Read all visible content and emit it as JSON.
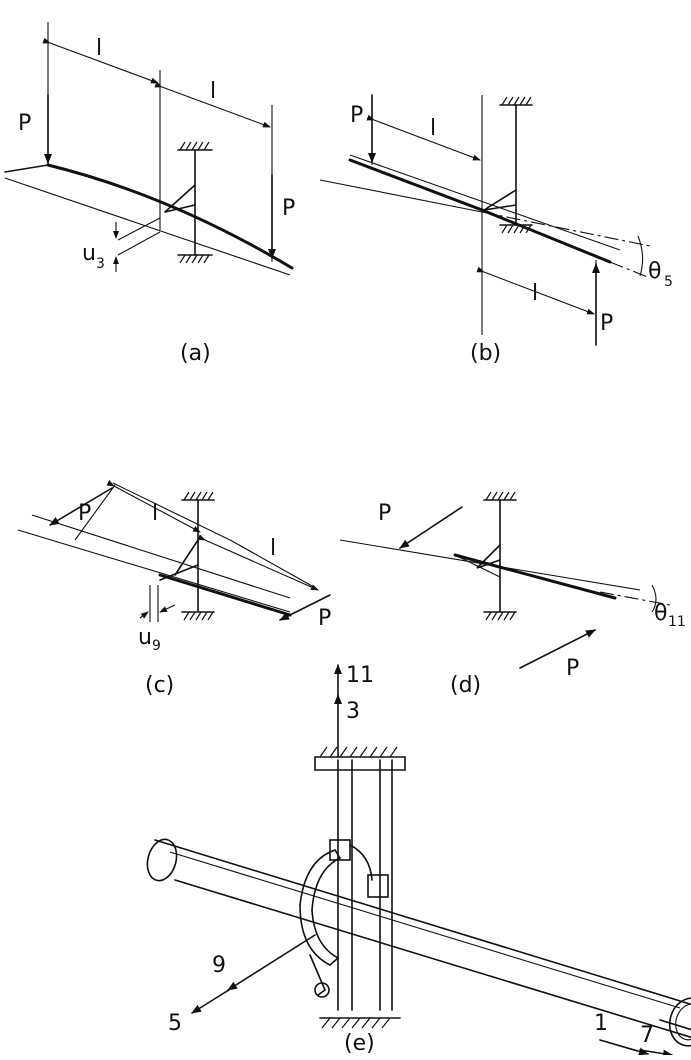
{
  "labels": {
    "force": "P",
    "length": "l",
    "disp_u": "u",
    "disp_theta": "θ",
    "sub_3": "3",
    "sub_5": "5",
    "sub_9": "9",
    "sub_11": "11"
  },
  "captions": {
    "a": "(a)",
    "b": "(b)",
    "c": "(c)",
    "d": "(d)",
    "e": "(e)"
  },
  "axes": {
    "a11": "11",
    "a3": "3",
    "a9": "9",
    "a5": "5",
    "a1": "1",
    "a7": "7"
  }
}
